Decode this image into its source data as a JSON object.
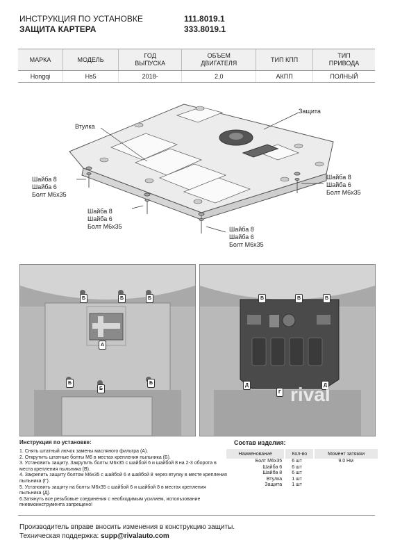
{
  "header": {
    "title_line1": "ИНСТРУКЦИЯ ПО УСТАНОВКЕ",
    "title_line2": "ЗАЩИТА КАРТЕРА",
    "code1": "111.8019.1",
    "code2": "333.8019.1"
  },
  "spec": {
    "headers": [
      "МАРКА",
      "МОДЕЛЬ",
      "ГОД\nВЫПУСКА",
      "ОБЪЕМ\nДВИГАТЕЛЯ",
      "ТИП КПП",
      "ТИП\nПРИВОДА"
    ],
    "values": [
      "Hongqi",
      "Hs5",
      "2018-",
      "2,0",
      "АКПП",
      "ПОЛНЫЙ"
    ]
  },
  "diagram": {
    "zashchita": "Защита",
    "vtulka": "Втулка",
    "washer8": "Шайба 8",
    "washer6": "Шайба 6",
    "bolt": "Болт М6х35"
  },
  "photos": {
    "left_markers": [
      "Б",
      "Б",
      "Б",
      "А",
      "Б",
      "Б",
      "Б"
    ],
    "right_markers": [
      "В",
      "В",
      "В",
      "Д",
      "Г",
      "Д"
    ],
    "watermark": "rival"
  },
  "instructions": {
    "title": "Инструкция по установке:",
    "steps": [
      "1. Снять штатный лючок замены масляного фильтра (А).",
      "2. Открутить штатные болты М6 в местах крепления пыльника (Б).",
      "3. Установить защиту. Закрутить болты М6х35 с шайбой 6 и шайбой 8 на 2-3 оборота в места крепления пыльника (В).",
      "4. Закрепить защиту болтом М6х35 с шайбой 6 и шайбой 8 через втулку в месте крепления пыльника (Г).",
      "5. Установить защиту на болты М6х35 с шайбой 6 и шайбой 8 в местах крепления пыльника (Д).",
      "6.Затянуть все резьбовые соединения с необходимым усилием, использование пневмоинструмента запрещено!"
    ]
  },
  "composition": {
    "title": "Состав изделия:",
    "headers": [
      "Наименование",
      "Кол-во",
      "Момент затяжки"
    ],
    "rows": [
      {
        "name": "Болт М6х35",
        "qty": "6 шт",
        "torque": "9.0 Нм"
      },
      {
        "name": "Шайба 6",
        "qty": "6 шт",
        "torque": ""
      },
      {
        "name": "Шайба 8",
        "qty": "6 шт",
        "torque": ""
      },
      {
        "name": "Втулка",
        "qty": "1 шт",
        "torque": ""
      },
      {
        "name": "Защита",
        "qty": "1 шт",
        "torque": ""
      }
    ]
  },
  "footer": {
    "line1": "Производитель вправе вносить изменения в конструкцию защиты.",
    "support_label": "Техническая поддержка: ",
    "support_email": "supp@rivalauto.com"
  }
}
